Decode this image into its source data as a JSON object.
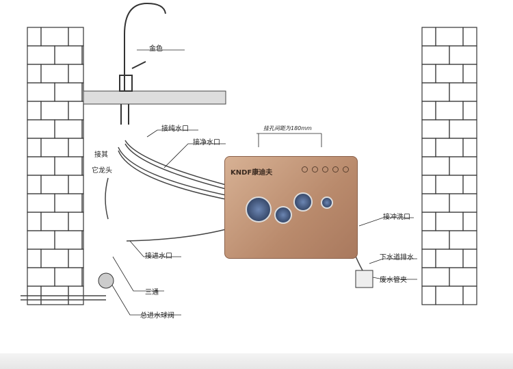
{
  "labels": {
    "gold": "金色",
    "pure_water": "接纯水口",
    "clean_water": "接净水口",
    "other_faucet_1": "接其",
    "other_faucet_2": "它龙头",
    "hole_spacing": "挂孔间距为180mm",
    "inlet": "接进水口",
    "tee": "三通",
    "main_valve": "总进水球阀",
    "flush": "接冲洗口",
    "drain": "下水道排水",
    "clamp": "废水管夹"
  },
  "device": {
    "brand": "KNDF康迪夫"
  },
  "colors": {
    "device": "#b98a6c"
  }
}
